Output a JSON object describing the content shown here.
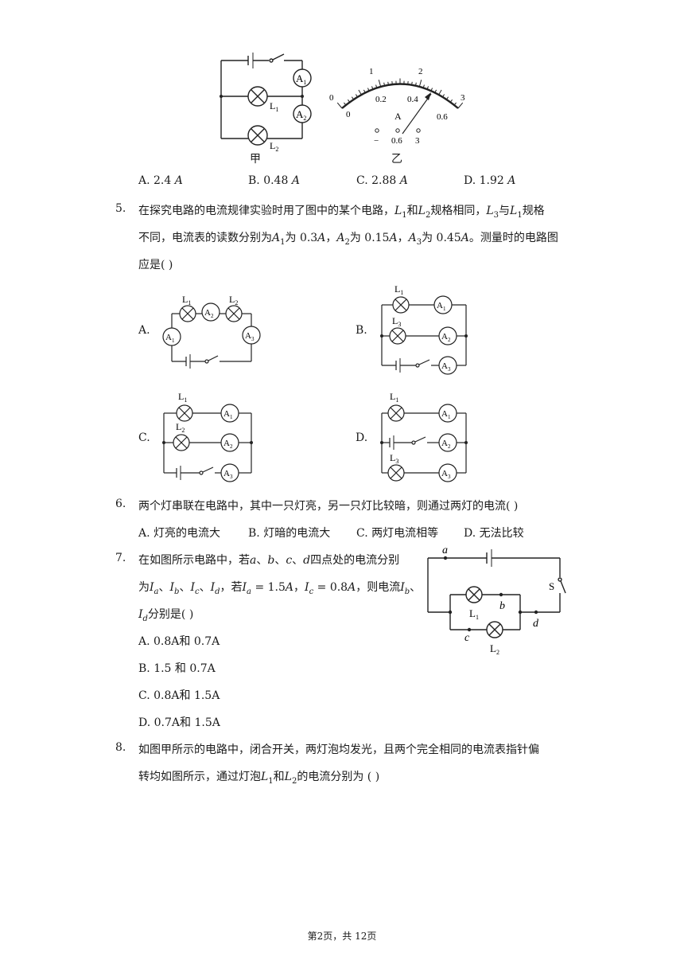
{
  "q4": {
    "fig_jia_label": "甲",
    "fig_yi_label": "乙",
    "meter": {
      "outer_ticks": [
        "0",
        "1",
        "2",
        "3"
      ],
      "inner_ticks": [
        "0",
        "0.2",
        "0.4",
        "0.6"
      ],
      "unit": "A",
      "terminals": [
        "−",
        "0.6",
        "3"
      ]
    },
    "circuit_labels": {
      "a1": "A",
      "a1_sub": "1",
      "a2": "A",
      "a2_sub": "2",
      "l1": "L",
      "l1_sub": "1",
      "l2": "L",
      "l2_sub": "2"
    },
    "options": [
      {
        "letter": "A.",
        "value": "2.4",
        "unit": "A"
      },
      {
        "letter": "B.",
        "value": "0.48",
        "unit": "A"
      },
      {
        "letter": "C.",
        "value": "2.88",
        "unit": "A"
      },
      {
        "letter": "D.",
        "value": "1.92",
        "unit": "A"
      }
    ]
  },
  "q5": {
    "num": "5.",
    "line1_pre": "在探究电路的电流规律实验时用了图中的某个电路，",
    "line1_mid1": "和",
    "line1_mid2": "规格相同，",
    "line1_mid3": "与",
    "line1_post": "规格",
    "line2_pre": "不同，电流表的读数分别为",
    "line2_v1": "为 0.3",
    "line2_v2": "为 0.15",
    "line2_v3": "为 0.45",
    "line2_post": "。测量时的电路图",
    "line3": "应是(    )",
    "options": [
      "A.",
      "B.",
      "C.",
      "D."
    ]
  },
  "q6": {
    "num": "6.",
    "text": "两个灯串联在电路中，其中一只灯亮，另一只灯比较暗，则通过两灯的电流(    )",
    "options": [
      {
        "letter": "A.",
        "text": "灯亮的电流大"
      },
      {
        "letter": "B.",
        "text": "灯暗的电流大"
      },
      {
        "letter": "C.",
        "text": "两灯电流相等"
      },
      {
        "letter": "D.",
        "text": "无法比较"
      }
    ]
  },
  "q7": {
    "num": "7.",
    "line1_pre": "在如图所示电路中，若",
    "line1_post": "四点处的电流分别",
    "line2_pre": "为",
    "line2_mid": "，若",
    "line2_v1": " = 1.5",
    "line2_v2": " = 0.8",
    "line2_post": "，则电流",
    "line3": "分别是(    )",
    "figure_labels": {
      "a": "a",
      "b": "b",
      "c": "c",
      "d": "d",
      "s": "S",
      "l1": "L",
      "l1_sub": "1",
      "l2": "L",
      "l2_sub": "2"
    },
    "options": [
      {
        "letter": "A.",
        "text": "0.8A和 0.7A"
      },
      {
        "letter": "B.",
        "text": "1.5 和 0.7A"
      },
      {
        "letter": "C.",
        "text": "0.8A和 1.5A"
      },
      {
        "letter": "D.",
        "text": "0.7A和 1.5A"
      }
    ]
  },
  "q8": {
    "num": "8.",
    "line1": "如图甲所示的电路中，闭合开关，两灯泡均发光，且两个完全相同的电流表指针偏",
    "line2_pre": "转均如图所示，通过灯泡",
    "line2_mid": "和",
    "line2_post": "的电流分别为   (    )"
  },
  "footer": "第2页，共 12页"
}
